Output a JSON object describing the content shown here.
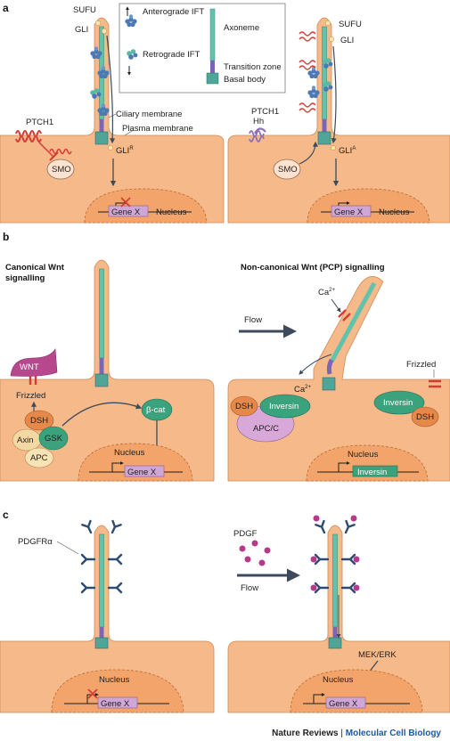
{
  "colors": {
    "cell": "#f6b98a",
    "cell_stroke": "#d08a55",
    "nucleus": "#f3a46a",
    "axoneme": "#63c2ac",
    "transition": "#7a66b4",
    "basal": "#4fa597",
    "receptor": "#d63c36",
    "pdgfr": "#2e4b72",
    "ligand": "#b63a8a",
    "arrow": "#3c4a5c",
    "ift": "#4b79b5",
    "gene": "#cfa6d6",
    "green_prot": "#3aa37e",
    "wnt": "#b8488e",
    "dsh": "#e5884a",
    "apc": "#f4d8a4",
    "apcc": "#d7a8d8"
  },
  "panel_a": {
    "letter": "a",
    "legend": {
      "anterograde": "Anterograde IFT",
      "retrograde": "Retrograde IFT",
      "axoneme": "Axoneme",
      "transition_zone": "Transition zone",
      "basal_body": "Basal body"
    },
    "left": {
      "sufu": "SUFU",
      "gli": "GLI",
      "ciliary_membrane": "Ciliary membrane",
      "plasma_membrane": "Plasma membrane",
      "ptch1": "PTCH1",
      "smo": "SMO",
      "gli_r": "GLI",
      "gli_r_sup": "R",
      "gene": "Gene X",
      "nucleus": "Nucleus"
    },
    "right": {
      "sufu": "SUFU",
      "gli": "GLI",
      "ptch1": "PTCH1",
      "hh": "Hh",
      "smo": "SMO",
      "gli_a": "GLI",
      "gli_a_sup": "A",
      "gene": "Gene X",
      "nucleus": "Nucleus"
    }
  },
  "panel_b": {
    "letter": "b",
    "left_title_1": "Canonical Wnt",
    "left_title_2": "signalling",
    "right_title": "Non-canonical Wnt (PCP) signalling",
    "left": {
      "wnt": "WNT",
      "frizzled": "Frizzled",
      "dsh": "DSH",
      "axin": "Axin",
      "gsk": "GSK",
      "apc": "APC",
      "bcat": "β-cat",
      "nucleus": "Nucleus",
      "gene": "Gene X"
    },
    "right": {
      "flow": "Flow",
      "ca_top": "Ca",
      "ca_top_sup": "2+",
      "ca_mid": "Ca",
      "ca_mid_sup": "2+",
      "dsh": "DSH",
      "inversin": "Inversin",
      "apcc": "APC/C",
      "frizzled": "Frizzled",
      "inversin2": "Inversin",
      "dsh2": "DSH",
      "nucleus": "Nucleus",
      "gene": "Inversin"
    }
  },
  "panel_c": {
    "letter": "c",
    "left": {
      "pdgfra": "PDGFRα",
      "nucleus": "Nucleus",
      "gene": "Gene X"
    },
    "right": {
      "pdgf": "PDGF",
      "flow": "Flow",
      "mek": "MEK/ERK",
      "nucleus": "Nucleus",
      "gene": "Gene X"
    }
  },
  "footer": {
    "journal": "Nature Reviews",
    "separator": " | ",
    "section": "Molecular Cell Biology"
  }
}
